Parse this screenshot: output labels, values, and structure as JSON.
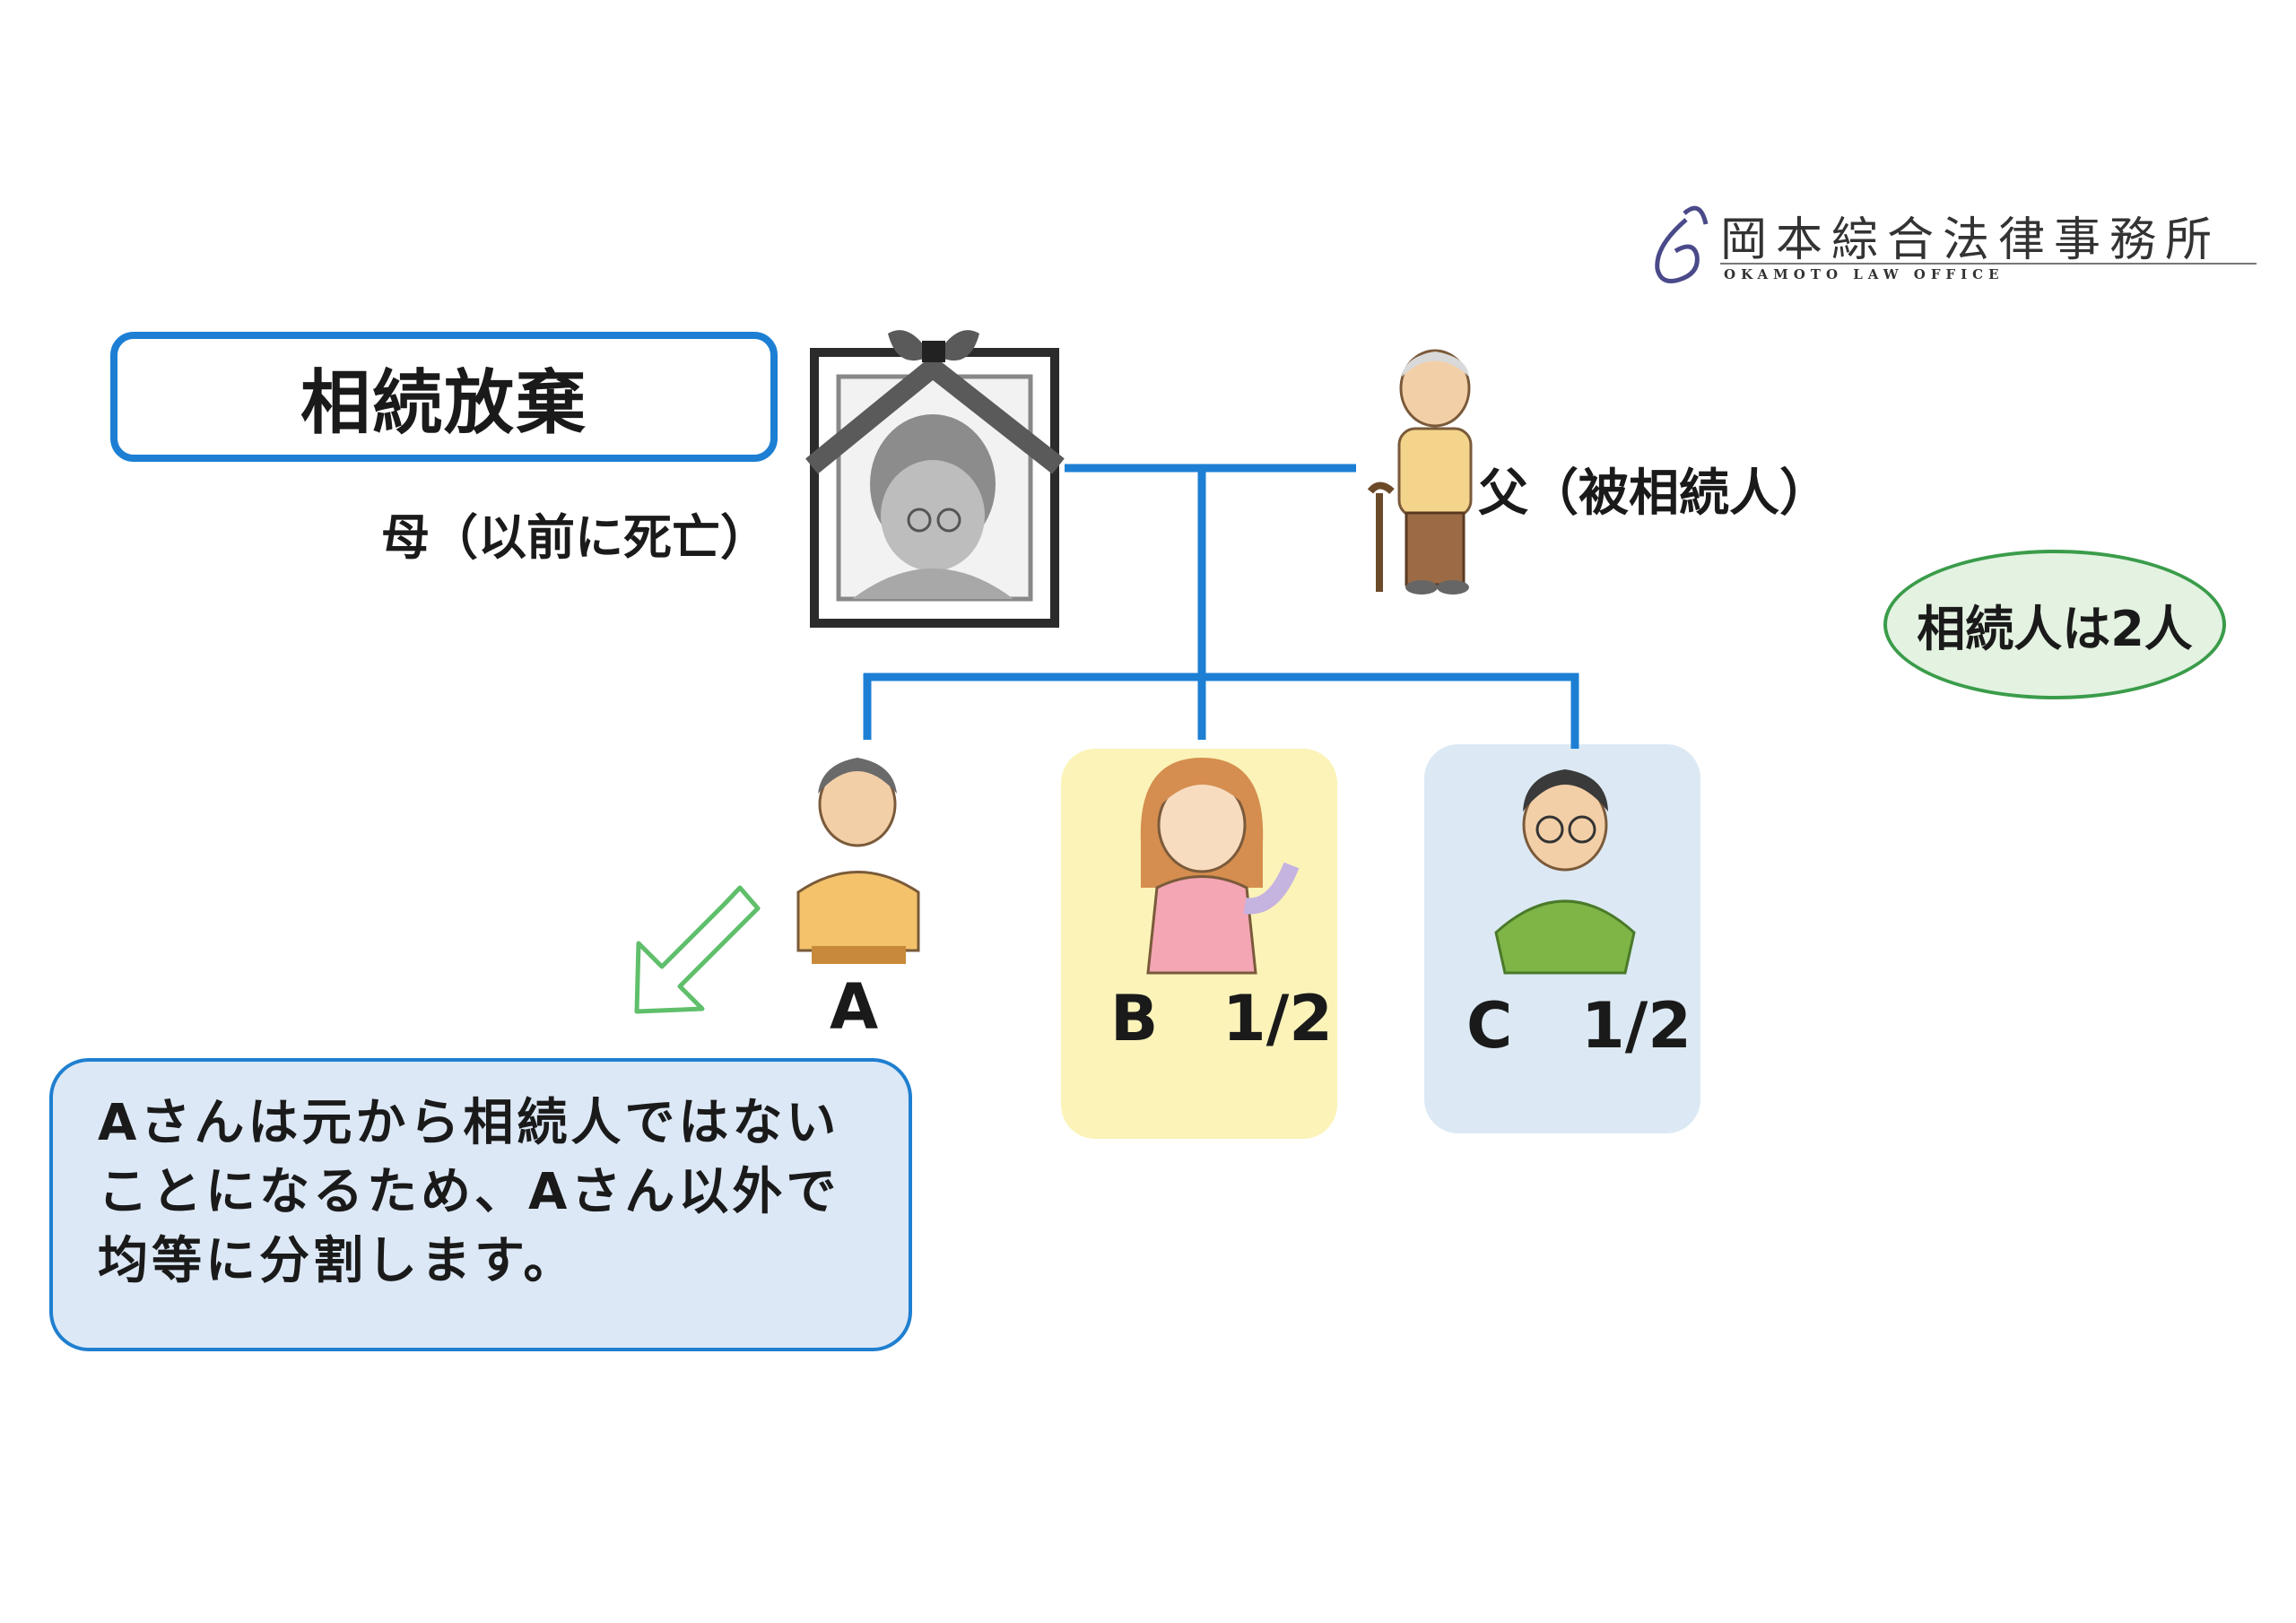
{
  "logo": {
    "name": "岡本綜合法律事務所",
    "subname": "OKAMOTO LAW OFFICE"
  },
  "title": "相続放棄",
  "mother_label": "母（以前に死亡）",
  "father_label": "父（被相続人）",
  "heirs_badge": "相続人は2人",
  "children": [
    {
      "name": "A",
      "share": ""
    },
    {
      "name": "B",
      "share": "1/2"
    },
    {
      "name": "C",
      "share": "1/2"
    }
  ],
  "note": {
    "lines": [
      "Aさんは元から相続人ではない",
      "ことになるため、Aさん以外で",
      "均等に分割します。"
    ]
  },
  "colors": {
    "line_blue": "#1c7fd4",
    "note_bg": "#dce8f6",
    "card_b": "#fbf3b8",
    "card_c": "#dce9f4",
    "badge_bg": "#e3f2e1",
    "badge_border": "#3a9c4a",
    "arrow_green": "#5fbf6a"
  },
  "icons": [
    "memorial-portrait-icon",
    "grandfather-cane-icon",
    "man-a-icon",
    "woman-b-icon",
    "man-c-glasses-icon",
    "green-arrow-icon",
    "logo-mark-icon"
  ]
}
